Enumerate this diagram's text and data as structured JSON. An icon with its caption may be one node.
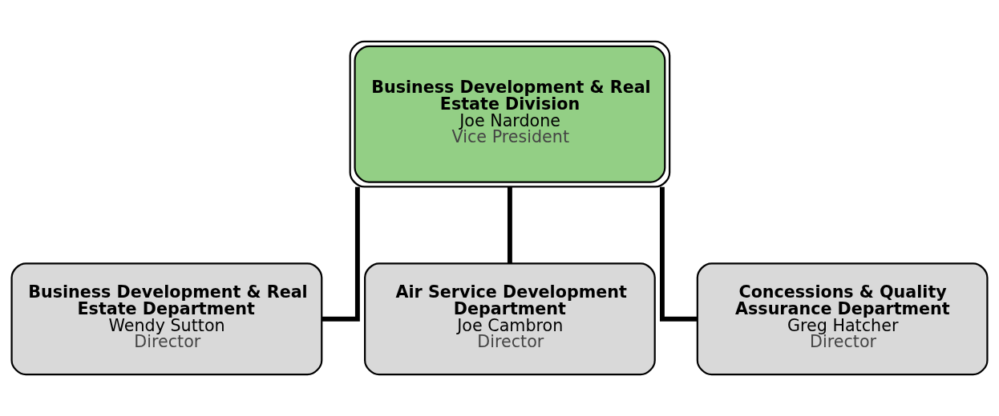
{
  "diagram": {
    "nodes": [
      {
        "text": [
          "Business Development & Real Estate Division",
          "Joe Nardone",
          "Vice President"
        ]
      },
      {
        "text": [
          "Business Development & Real Estate Department",
          "Wendy Sutton",
          "Director"
        ]
      },
      {
        "text": [
          "Air Service Development Department",
          "Joe Cambron",
          "Director"
        ]
      },
      {
        "text": [
          "Concessions & Quality Assurance Department",
          "Greg Hatcher",
          "Director"
        ]
      }
    ],
    "edges": [
      {
        "from": 0,
        "to": 1,
        "arrow": "none"
      },
      {
        "from": 0,
        "to": 2,
        "arrow": "none"
      },
      {
        "from": 0,
        "to": 3,
        "arrow": "none"
      }
    ]
  }
}
